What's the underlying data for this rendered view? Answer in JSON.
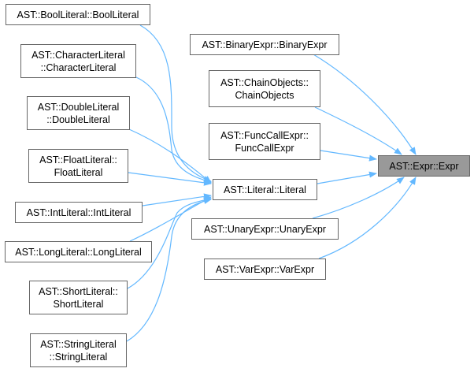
{
  "colors": {
    "edge": "#63b8ff",
    "root_fill": "#999999",
    "node_border": "#666666"
  },
  "root": {
    "label": "AST::Expr::Expr"
  },
  "nodes": {
    "bool": "AST::BoolLiteral::BoolLiteral",
    "character": "AST::CharacterLiteral\n::CharacterLiteral",
    "double": "AST::DoubleLiteral\n::DoubleLiteral",
    "float": "AST::FloatLiteral::\nFloatLiteral",
    "int": "AST::IntLiteral::IntLiteral",
    "long": "AST::LongLiteral::LongLiteral",
    "short": "AST::ShortLiteral::\nShortLiteral",
    "string": "AST::StringLiteral\n::StringLiteral",
    "literal": "AST::Literal::Literal",
    "binary": "AST::BinaryExpr::BinaryExpr",
    "chain": "AST::ChainObjects::\nChainObjects",
    "funccall": "AST::FuncCallExpr::\nFuncCallExpr",
    "unary": "AST::UnaryExpr::UnaryExpr",
    "var": "AST::VarExpr::VarExpr"
  }
}
